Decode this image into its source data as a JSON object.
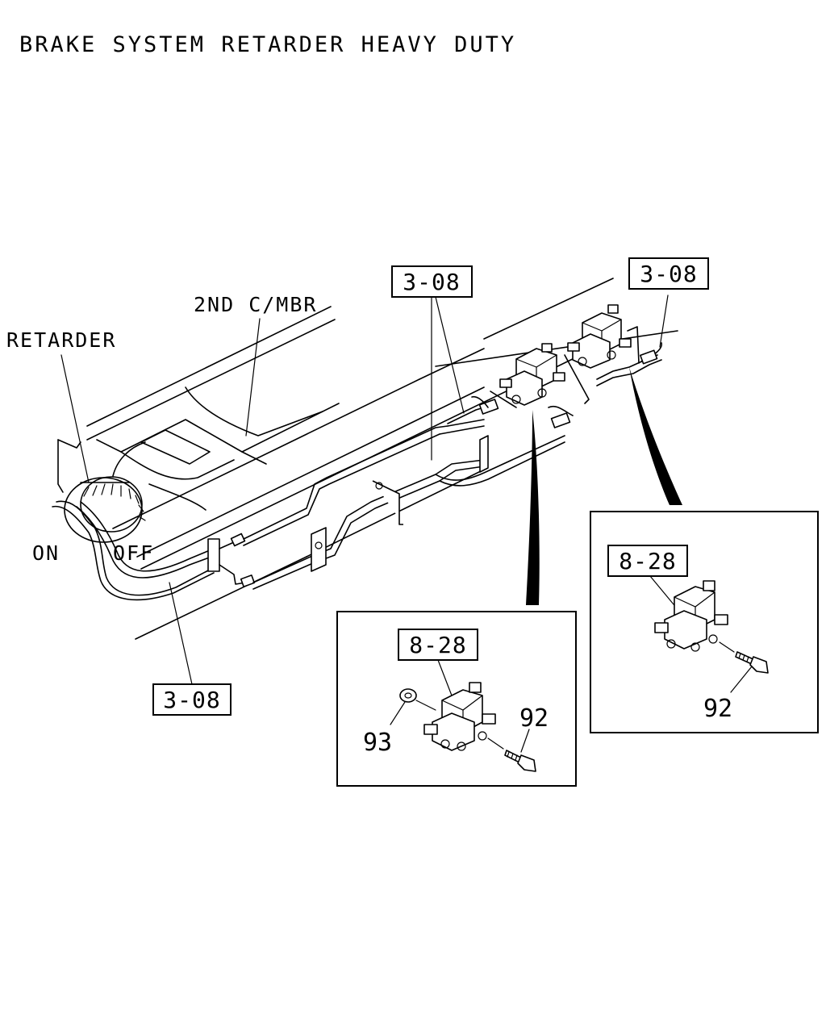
{
  "title": "BRAKE SYSTEM RETARDER HEAVY DUTY",
  "labels": {
    "retarder": "RETARDER",
    "crossmember": "2ND C/MBR",
    "on": "ON",
    "off": "OFF"
  },
  "refs": {
    "pipe_top_center": "3-08",
    "pipe_top_right": "3-08",
    "pipe_bottom": "3-08",
    "valve_left": "8-28",
    "valve_right": "8-28"
  },
  "callouts": {
    "bolt_left": "92",
    "nut_left": "93",
    "bolt_right": "92"
  }
}
